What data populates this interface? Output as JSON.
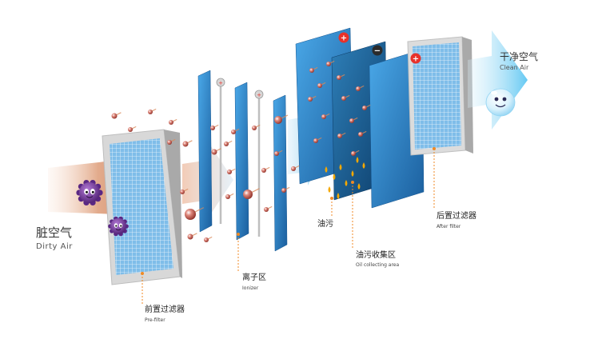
{
  "inlet": {
    "label_zh": "脏空气",
    "label_en": "Dirty Air"
  },
  "outlet": {
    "label_zh": "干净空气",
    "label_en": "Clean Air"
  },
  "stages": {
    "pre_filter": {
      "label_zh": "前置过滤器",
      "label_en": "Pre-filter"
    },
    "ionizer": {
      "label_zh": "离子区",
      "label_en": "Ionizer"
    },
    "oil": {
      "label_zh": "油污"
    },
    "oil_collecting": {
      "label_zh": "油污收集区",
      "label_en": "Oil collecting area"
    },
    "after_filter": {
      "label_zh": "后置过滤器",
      "label_en": "After filter"
    }
  },
  "charges": {
    "positive": "+",
    "negative": "−"
  },
  "colors": {
    "panel_blue": "#1e6fb8",
    "panel_dark": "#0f4a7a",
    "filter_mesh": "#8fc7ee",
    "frame": "#e6e6e6",
    "leader_orange": "#f08a24",
    "particle": "#b5483d",
    "germ": "#7a3a9c",
    "oil_drop": "#f5a800",
    "positive_badge": "#e8312a",
    "negative_badge": "#2b2b2b"
  },
  "icons": [
    "germ-icon",
    "clean-air-bubble-icon",
    "positive-charge-icon",
    "negative-charge-icon",
    "oil-drop-icon"
  ]
}
